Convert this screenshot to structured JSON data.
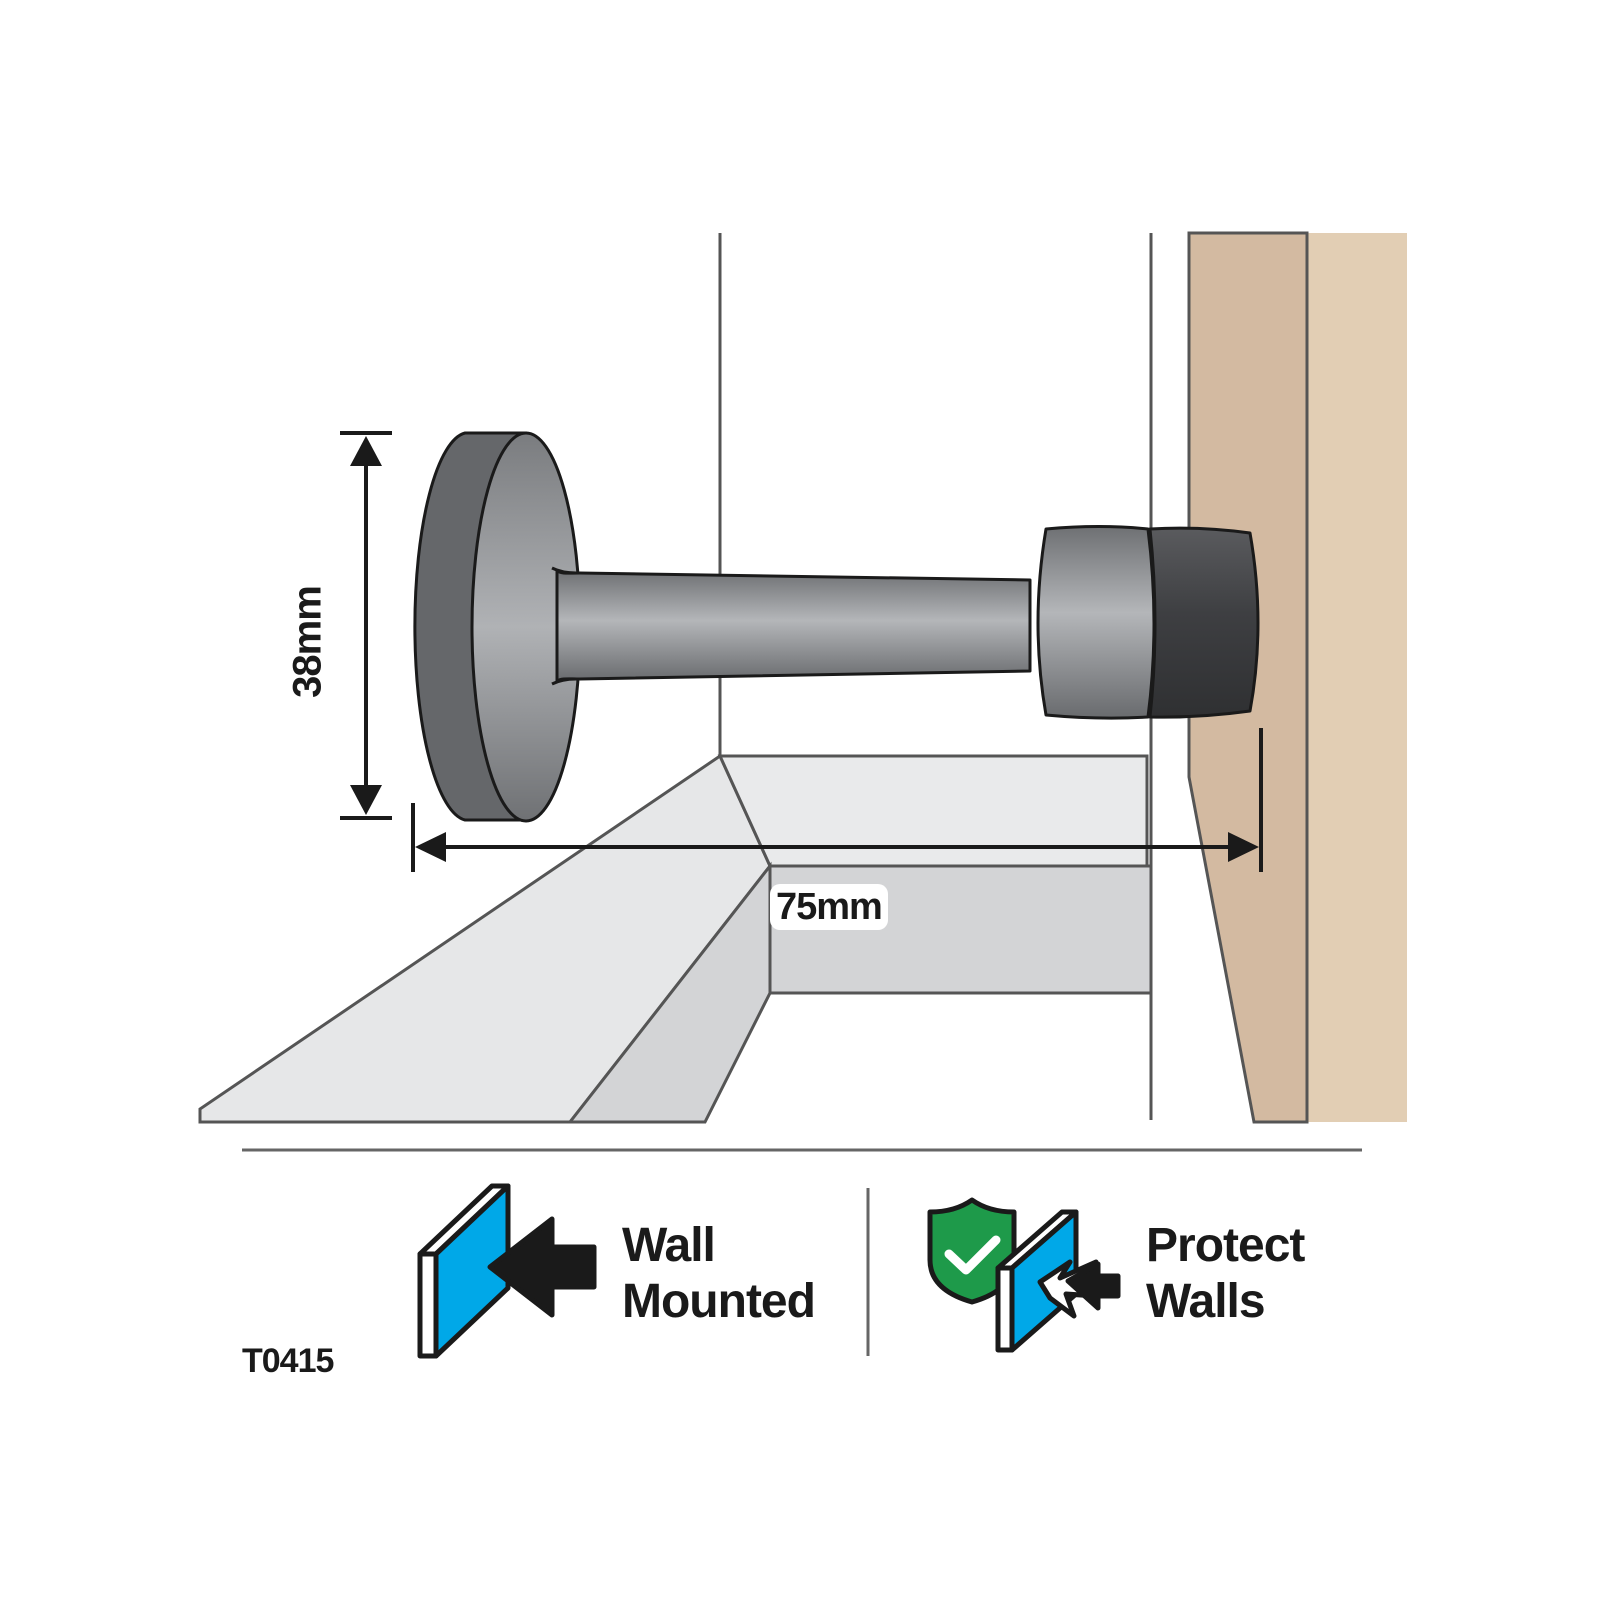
{
  "dimensions": {
    "height": "38mm",
    "length": "75mm"
  },
  "features": [
    {
      "line1": "Wall",
      "line2": "Mounted",
      "icon": "wall-mount-icon"
    },
    {
      "line1": "Protect",
      "line2": "Walls",
      "icon": "shield-check-icon"
    }
  ],
  "product_code": "T0415",
  "colors": {
    "metal_dark": "#5d5f62",
    "metal_light": "#a9abae",
    "rubber": "#3a3a3c",
    "wall_tan": "#d3baa1",
    "door_tan": "#e2ceb4",
    "skirting": "#d3d4d6",
    "floor": "#e6e7e8",
    "icon_blue": "#00a8e8",
    "icon_green": "#1e9a4a"
  }
}
